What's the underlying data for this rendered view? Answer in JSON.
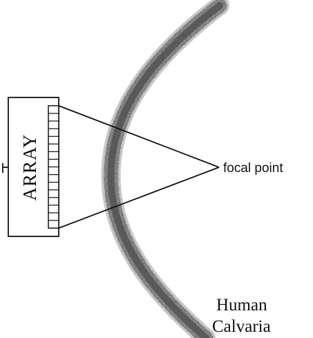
{
  "diagram": {
    "array_label": "ARRAY",
    "focal_label": "focal point",
    "tissue_label_line1": "Human",
    "tissue_label_line2": "Calvaria",
    "element_count": 16,
    "colors": {
      "stroke": "#111111",
      "bone_outer": "#b9b9b9",
      "bone_inner": "#5a5a5a",
      "bone_speckle": "#2a2a2a"
    }
  }
}
